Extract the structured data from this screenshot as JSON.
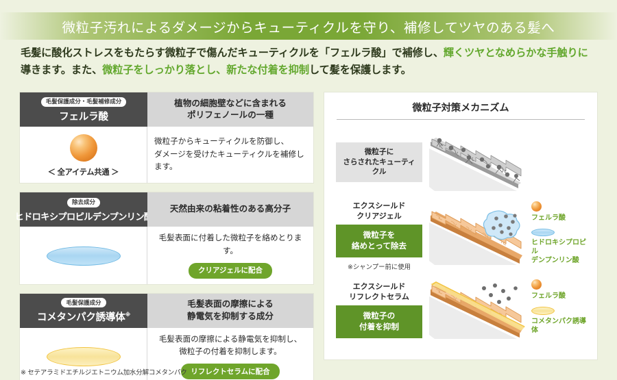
{
  "header": {
    "title": "微粒子汚れによるダメージからキューティクルを守り、補修してツヤのある髪へ"
  },
  "lead": {
    "line1_a": "毛髪に酸化ストレスをもたらす微粒子で傷んだキューティクルを「フェルラ酸」で補修し、",
    "line1_b": "輝くツヤとなめらかな手触りに",
    "line2_a": "導きます。また、",
    "line2_b": "微粒子をしっかり落とし、新たな付着を抑制",
    "line2_c": "して髪を保護します。"
  },
  "cards": [
    {
      "badge": "毛髪保護成分・毛髪補修成分",
      "name": "フェルラ酸",
      "name_sup": "",
      "headline": "植物の細胞壁などに含まれる\nポリフェノールの一種",
      "shape": "sphere-orange",
      "shape_caption": "＜ 全アイテム共通 ＞",
      "description": "微粒子からキューティクルを防御し、\nダメージを受けたキューティクルを補修します。",
      "pill": ""
    },
    {
      "badge": "除去成分",
      "name": "ヒドロキシプロピルデンプンリン酸",
      "name_sup": "",
      "headline": "天然由来の粘着性のある高分子",
      "shape": "ellipse-blue",
      "shape_caption": "",
      "description": "毛髪表面に付着した微粒子を絡めとります。",
      "pill": "クリアジェルに配合"
    },
    {
      "badge": "毛髪保護成分",
      "name": "コメタンパク誘導体",
      "name_sup": "※",
      "headline": "毛髪表面の摩擦による\n静電気を抑制する成分",
      "shape": "ellipse-yellow",
      "shape_caption": "",
      "description": "毛髪表面の摩擦による静電気を抑制し、\n微粒子の付着を抑制します。",
      "pill": "リフレクトセラムに配合"
    }
  ],
  "footnote": "※ セテアラミドエチルジエトニウム加水分解コメタンパク",
  "mechanism": {
    "title": "微粒子対策メカニズム",
    "rows": [
      {
        "product": "",
        "chip_kind": "gray",
        "chip": "微粒子に\nさらされたキューティクル",
        "chip_note": "",
        "art": "cuticle-gray",
        "legend": []
      },
      {
        "product": "エクスシールド\nクリアジェル",
        "chip_kind": "green",
        "chip": "微粒子を\n絡めとって除去",
        "chip_note": "※シャンプー前に使用",
        "art": "cuticle-gel",
        "legend": [
          {
            "swatch": "sphere-orange",
            "label": "フェルラ酸"
          },
          {
            "swatch": "ellipse-blue",
            "label": "ヒドロキシプロピル\nデンプンリン酸"
          }
        ]
      },
      {
        "product": "エクスシールド\nリフレクトセラム",
        "chip_kind": "green",
        "chip": "微粒子の\n付着を抑制",
        "chip_note": "",
        "art": "cuticle-serum",
        "legend": [
          {
            "swatch": "sphere-orange",
            "label": "フェルラ酸"
          },
          {
            "swatch": "ellipse-yellow",
            "label": "コメタンパク誘導体"
          }
        ]
      }
    ]
  },
  "colors": {
    "background": "#eef2e0",
    "header_green": "#7aa736",
    "accent_green": "#6fa52b",
    "chip_green": "#5f9428",
    "card_head_dark": "#4c4c4c",
    "card_head_light": "#d6d6d6",
    "orange": "#ef9638",
    "blue": "#a9d6f2",
    "yellow": "#f8e39a"
  }
}
